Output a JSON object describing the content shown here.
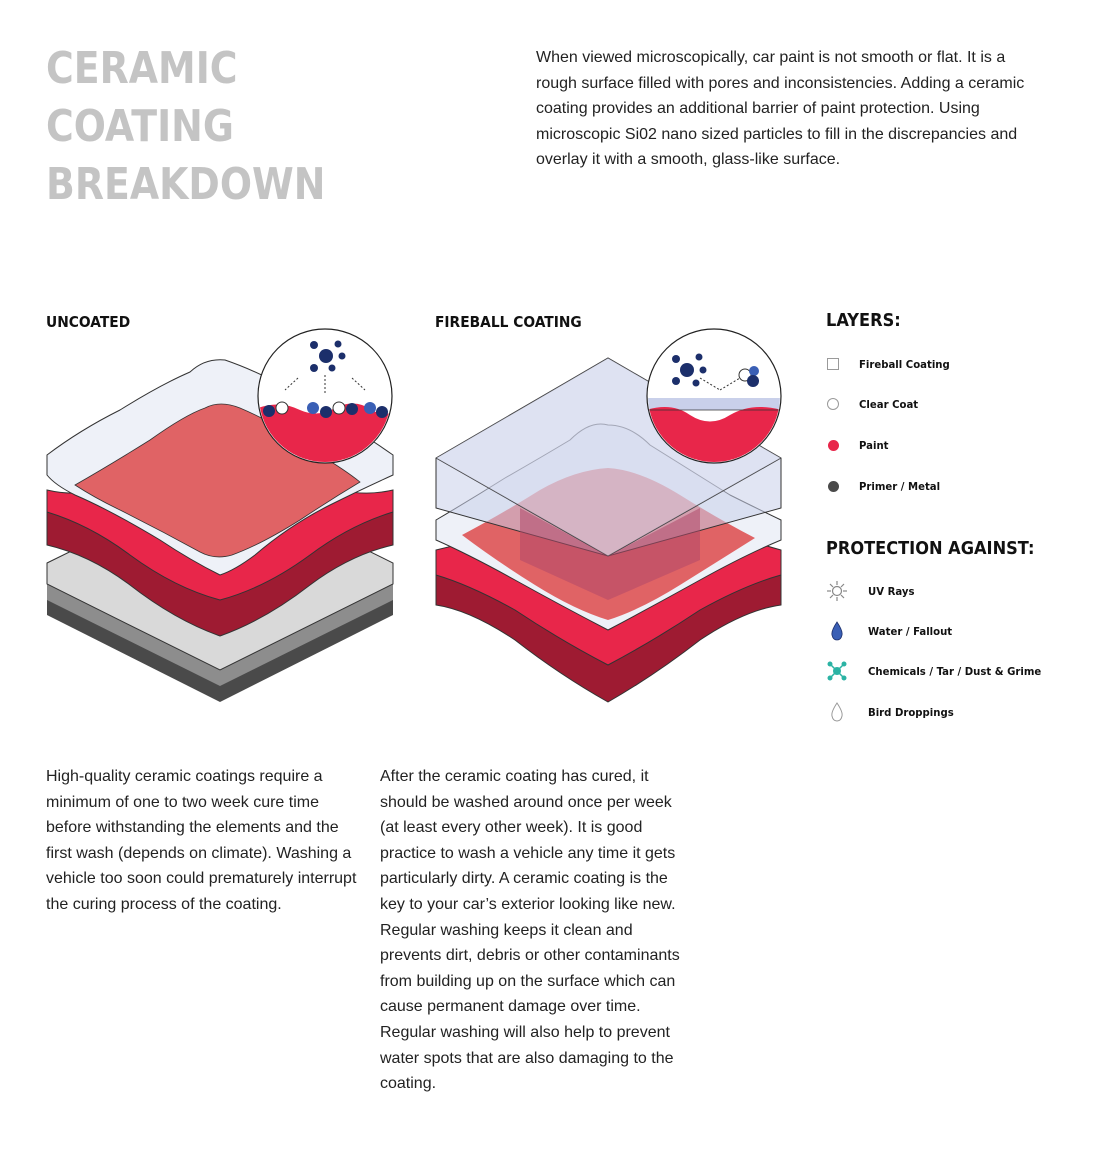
{
  "header": {
    "title_line1": "CERAMIC COATING",
    "title_line2": "BREAKDOWN",
    "intro": "When viewed microscopically, car paint is not smooth or flat. It is a rough surface filled with pores and inconsistencies. Adding a ceramic coating provides an additional barrier of paint protection. Using microscopic Si02 nano sized particles to fill in the discrepancies and overlay it with a smooth, glass-like surface."
  },
  "diagrams": {
    "uncoated_label": "UNCOATED",
    "coated_label": "FIREBALL COATING"
  },
  "legend": {
    "layers_title": "LAYERS:",
    "layers": [
      {
        "label": "Fireball Coating",
        "icon": "square-outline-icon"
      },
      {
        "label": "Clear Coat",
        "icon": "circle-outline-icon"
      },
      {
        "label": "Paint",
        "icon": "red-dot-icon"
      },
      {
        "label": "Primer / Metal",
        "icon": "dark-dot-icon"
      }
    ],
    "protection_title": "PROTECTION AGAINST:",
    "protection": [
      {
        "label": "UV Rays",
        "icon": "sun-icon"
      },
      {
        "label": "Water / Fallout",
        "icon": "water-drop-icon"
      },
      {
        "label": "Chemicals / Tar / Dust & Grime",
        "icon": "molecule-icon"
      },
      {
        "label": "Bird Droppings",
        "icon": "outline-drop-icon"
      }
    ]
  },
  "colors": {
    "title_gray": "#c4c4c4",
    "paint_red": "#e8264a",
    "paint_dark": "#9e1b32",
    "paint_top": "#e06365",
    "clear_coat": "#e8ecf6",
    "coating_blue": "#c9d0ea",
    "metal_light": "#d9d9d9",
    "metal_dark": "#4a4a4a",
    "molecule_navy": "#1c2f6b",
    "chemical_teal": "#2bb3a4"
  },
  "body": {
    "col1": "High-quality ceramic coatings require a minimum of one to two week cure time before withstanding the elements and the first wash (depends on climate). Washing a vehicle too soon could prematurely interrupt the curing process of the coating.",
    "col2": "After the ceramic coating has cured, it should be washed around once per week (at least every other week). It is good practice to wash a vehicle any time it gets particularly dirty. A ceramic coating is the key to your car’s exterior looking like new. Regular washing keeps it clean and prevents dirt, debris or other contaminants from building up on the surface which can cause permanent damage over time. Regular washing will also help to prevent water spots that are also damaging to the coating."
  }
}
